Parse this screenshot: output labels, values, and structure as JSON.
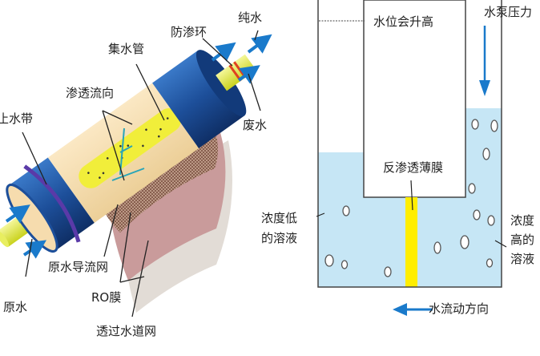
{
  "left_diagram": {
    "labels": {
      "seal_band": "止水带",
      "permeate_flow": "渗透流向",
      "collection_tube": "集水管",
      "anti_seep_ring": "防渗环",
      "pure_water": "纯水",
      "waste_water": "废水",
      "feed_spacer": "原水导流网",
      "ro_membrane": "RO膜",
      "raw_water": "原水",
      "permeate_spacer": "透过水道网"
    }
  },
  "right_diagram": {
    "labels": {
      "water_level_rises": "水位会升高",
      "pump_pressure": "水泵压力",
      "ro_thin_membrane": "反渗透薄膜",
      "low_conc_line1": "浓度低",
      "low_conc_line2": "的溶液",
      "high_conc_line1": "浓度",
      "high_conc_line2": "高的",
      "high_conc_line3": "溶液",
      "flow_direction": "水流动方向"
    }
  },
  "colors": {
    "water": "#c6e6f5",
    "membrane": "#ffee00",
    "arrow": "#1a7acb",
    "blue_band": "#1d4f9a",
    "body": "#f6dcae"
  }
}
